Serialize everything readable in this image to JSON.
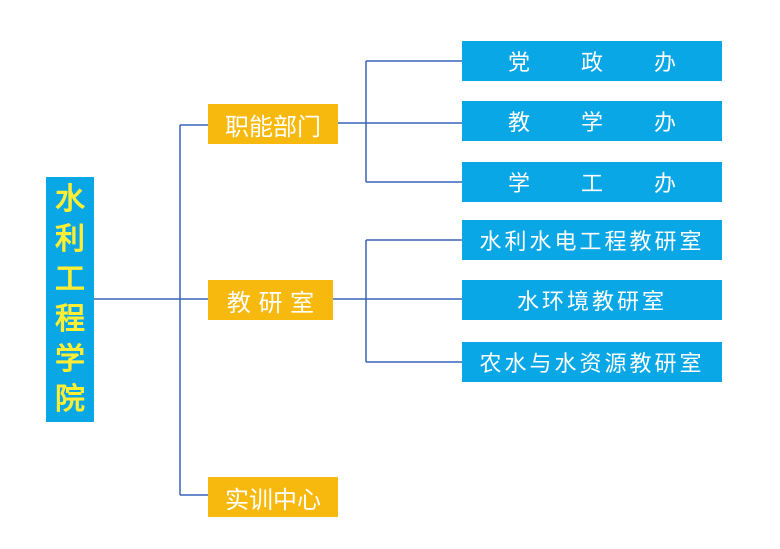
{
  "colors": {
    "root_bg": "#0aa7e6",
    "root_text": "#ffee33",
    "mid_bg": "#f7b90e",
    "leaf_bg": "#0aa7e6",
    "line": "#3a63b7"
  },
  "root": {
    "label_chars": [
      "水",
      "利",
      "工",
      "程",
      "学",
      "院"
    ]
  },
  "departments": [
    {
      "label": "职能部门",
      "children": [
        "党 政 办",
        "教 学 办",
        "学 工 办"
      ]
    },
    {
      "label": "教 研 室",
      "children": [
        "水利水电工程教研室",
        "水环境教研室",
        "农水与水资源教研室"
      ]
    },
    {
      "label": "实训中心",
      "children": []
    }
  ]
}
